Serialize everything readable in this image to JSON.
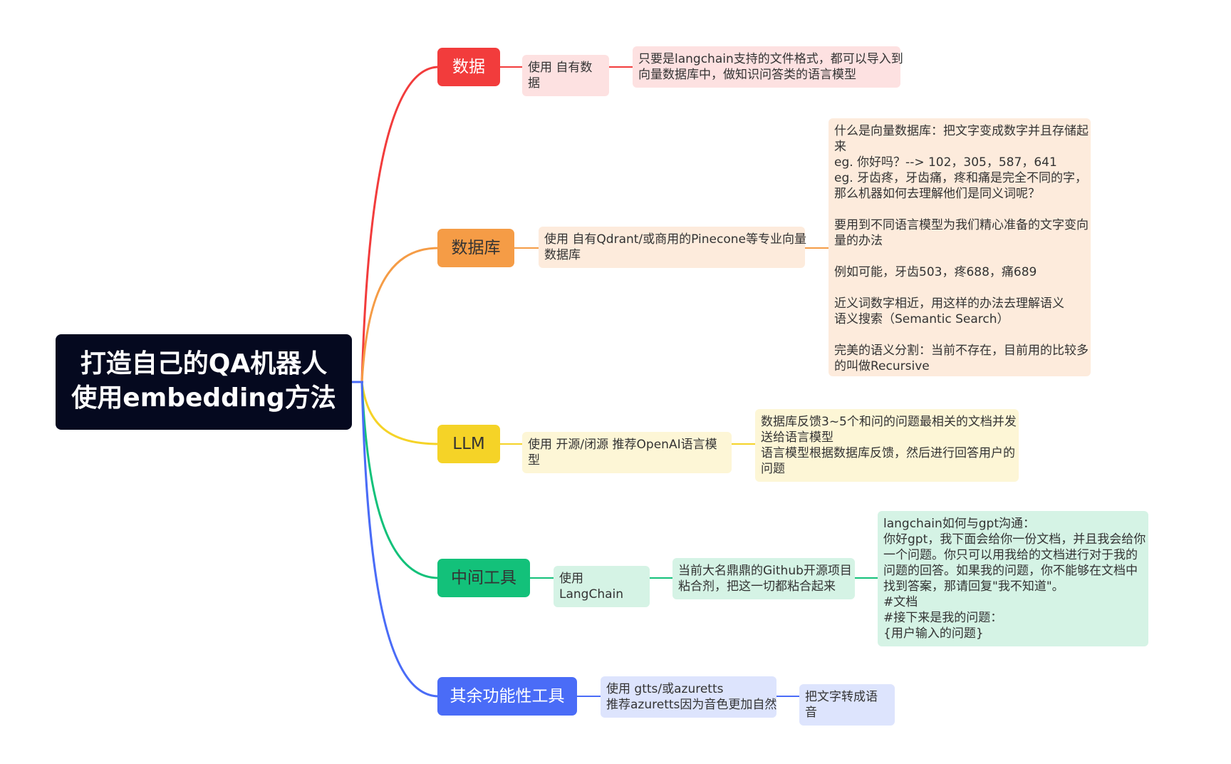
{
  "root": {
    "title_line1": "打造自己的QA机器人",
    "title_line2": "使用embedding方法"
  },
  "branches": [
    {
      "key": "data",
      "label": "数据",
      "color": "#f23c3c",
      "sub": "使用 自有数据",
      "leaf": [
        "只要是langchain支持的文件格式，都可以导入到",
        "向量数据库中，做知识问答类的语言模型"
      ]
    },
    {
      "key": "database",
      "label": "数据库",
      "color": "#f59c46",
      "sub": "使用 自有Qdrant/或商用的Pinecone等专业向量数据库",
      "leaf": [
        "什么是向量数据库：把文字变成数字并且存储起",
        "来",
        "eg. 你好吗？--> 102，305，587，641",
        "eg. 牙齿疼，牙齿痛，疼和痛是完全不同的字，",
        "那么机器如何去理解他们是同义词呢？",
        "",
        "要用到不同语言模型为我们精心准备的文字变向",
        "量的办法",
        "",
        "例如可能，牙齿503，疼688，痛689",
        "",
        "近义词数字相近，用这样的办法去理解语义",
        "语义搜索（Semantic Search）",
        "",
        "完美的语义分割：当前不存在，目前用的比较多",
        "的叫做Recursive"
      ]
    },
    {
      "key": "llm",
      "label": "LLM",
      "color": "#f5d327",
      "sub": "使用 开源/闭源 推荐OpenAI语言模型",
      "leaf": [
        "数据库反馈3~5个和问的问题最相关的文档并发",
        "送给语言模型",
        "语言模型根据数据库反馈，然后进行回答用户的",
        "问题"
      ]
    },
    {
      "key": "middleware",
      "label": "中间工具",
      "color": "#13c17a",
      "sub": "使用 LangChain",
      "sub2": [
        "当前大名鼎鼎的Github开源项目",
        "粘合剂，把这一切都粘合起来"
      ],
      "leaf": [
        "langchain如何与gpt沟通：",
        "你好gpt，我下面会给你一份文档，并且我会给你",
        "一个问题。你只可以用我给的文档进行对于我的",
        "问题的回答。如果我的问题，你不能够在文档中",
        "找到答案，那请回复\"我不知道\"。",
        "#文档",
        "#接下来是我的问题：",
        "{用户输入的问题}"
      ]
    },
    {
      "key": "tools",
      "label": "其余功能性工具",
      "color": "#4a6cf7",
      "sub": [
        "使用 gtts/或azuretts",
        "推荐azuretts因为音色更加自然"
      ],
      "leaf": "把文字转成语音"
    }
  ]
}
